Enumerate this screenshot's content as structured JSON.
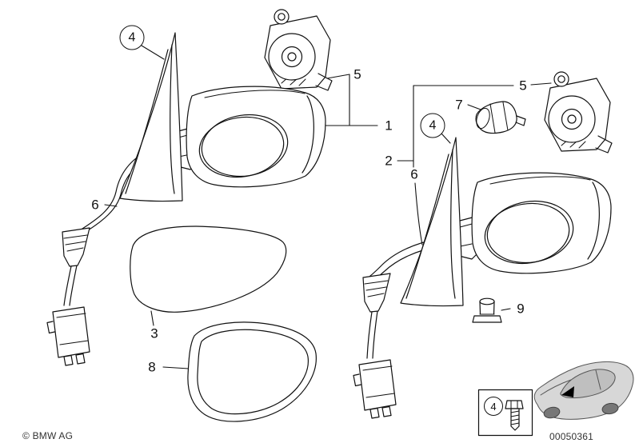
{
  "colors": {
    "background": "#ffffff",
    "line_art": "#111111",
    "footer_text": "#333333"
  },
  "callouts": {
    "mirror_left": "1",
    "mirror_right": "2",
    "glass": "3",
    "gasket_left": "4",
    "gasket_right": "4",
    "screw_legend": "4",
    "speaker_left": "5",
    "speaker_right": "5",
    "harness_left": "6",
    "harness_right": "6",
    "motor": "7",
    "glass_ring": "8",
    "grommet": "9"
  },
  "icons": {
    "legend_screw": "hex-screw-icon",
    "car_thumbnail": "car-location-sketch-icon"
  },
  "footer": {
    "copyright": "© BMW AG",
    "doc_number": "00050361"
  }
}
